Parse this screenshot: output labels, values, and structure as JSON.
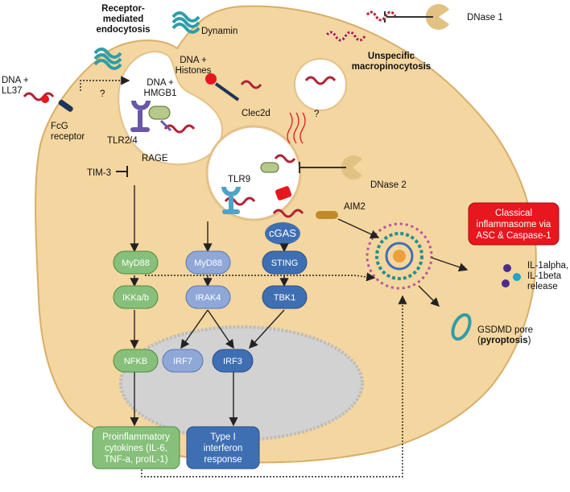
{
  "colors": {
    "cell": "#f4d6a0",
    "cell_border": "#d8ae6a",
    "nucleus": "#d2d2d2",
    "green": "#86c07a",
    "lightblue": "#8fa8d8",
    "darkblue": "#3f6fb3",
    "red": "#e8161e",
    "dna_red": "#b22234",
    "dna_white": "#f3f3f3",
    "dynamin": "#2f9ea8",
    "tlr_purple": "#6a57a6",
    "tlr_blue": "#4fa3c7",
    "dnase": "#e1c283"
  },
  "labels": {
    "receptor_mediated": [
      "Receptor-",
      "mediated",
      "endocytosis"
    ],
    "dynamin": "Dynamin",
    "dnase1": "DNase 1",
    "unspecific": [
      "Unspecific",
      "macropinocytosis"
    ],
    "dna_ll37": [
      "DNA +",
      "LL37"
    ],
    "fcg": [
      "FcG",
      "receptor"
    ],
    "question1": "?",
    "question2": "?",
    "dna_hmgb1": [
      "DNA +",
      "HMGB1"
    ],
    "dna_histones": [
      "DNA +",
      "Histones"
    ],
    "clec2d": "Clec2d",
    "tlr24": "TLR2/4",
    "rage": "RAGE",
    "tim3": "TIM-3",
    "tlr9": "TLR9",
    "dnase2": "DNase 2",
    "cgas": "cGAS",
    "aim2": "AIM2",
    "il1": [
      "IL-1alpha,",
      "IL-1beta",
      "release"
    ],
    "gsdmd": "GSDMD pore",
    "pyroptosis": "pyroptosis"
  },
  "nodes": {
    "myd88_a": "MyD88",
    "myd88_b": "MyD88",
    "sting": "STING",
    "ikk": "IKKa/b",
    "irak4": "IRAK4",
    "tbk1": "TBK1",
    "nfkb": "NFKB",
    "irf7": "IRF7",
    "irf3": "IRF3"
  },
  "boxes": {
    "inflammasome": [
      "Classical",
      "inflammasome via",
      "ASC & Caspase-1"
    ],
    "proinflammatory": [
      "Proinflammatory",
      "cytokines (IL-6,",
      "TNF-a, proIL-1)"
    ],
    "typeI": [
      "Type I",
      "interferon",
      "response"
    ]
  }
}
